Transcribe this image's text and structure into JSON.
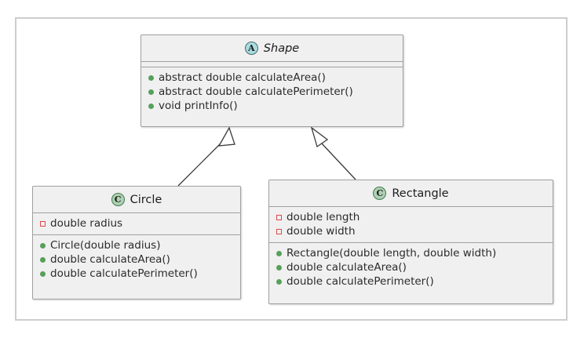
{
  "diagram": {
    "type": "uml-class-diagram",
    "frame_border_color": "#cdcdcd",
    "background_color": "#ffffff",
    "box_fill_color": "#f0f0f0",
    "box_border_color": "#a0a0a0",
    "abstract_icon_color": "#a9dcdf",
    "class_icon_color": "#add1b2",
    "public_marker_color": "#57a05a",
    "private_marker_color": "#d94a4a",
    "connector_color": "#3a3a3a"
  },
  "classes": {
    "shape": {
      "name": "Shape",
      "stereotype_letter": "A",
      "stereotype_kind": "abstract",
      "is_abstract": true,
      "attributes": [],
      "methods": [
        {
          "text": "abstract double calculateArea()",
          "visibility": "public"
        },
        {
          "text": "abstract double calculatePerimeter()",
          "visibility": "public"
        },
        {
          "text": "void printInfo()",
          "visibility": "public"
        }
      ]
    },
    "circle": {
      "name": "Circle",
      "stereotype_letter": "C",
      "stereotype_kind": "class",
      "is_abstract": false,
      "attributes": [
        {
          "text": "double radius",
          "visibility": "private"
        }
      ],
      "methods": [
        {
          "text": "Circle(double radius)",
          "visibility": "public"
        },
        {
          "text": "double calculateArea()",
          "visibility": "public"
        },
        {
          "text": "double calculatePerimeter()",
          "visibility": "public"
        }
      ]
    },
    "rectangle": {
      "name": "Rectangle",
      "stereotype_letter": "C",
      "stereotype_kind": "class",
      "is_abstract": false,
      "attributes": [
        {
          "text": "double length",
          "visibility": "private"
        },
        {
          "text": "double width",
          "visibility": "private"
        }
      ],
      "methods": [
        {
          "text": "Rectangle(double length, double width)",
          "visibility": "public"
        },
        {
          "text": "double calculateArea()",
          "visibility": "public"
        },
        {
          "text": "double calculatePerimeter()",
          "visibility": "public"
        }
      ]
    }
  },
  "relationships": [
    {
      "kind": "generalization",
      "from": "Circle",
      "to": "Shape",
      "arrow": "hollow-triangle"
    },
    {
      "kind": "generalization",
      "from": "Rectangle",
      "to": "Shape",
      "arrow": "hollow-triangle"
    }
  ]
}
